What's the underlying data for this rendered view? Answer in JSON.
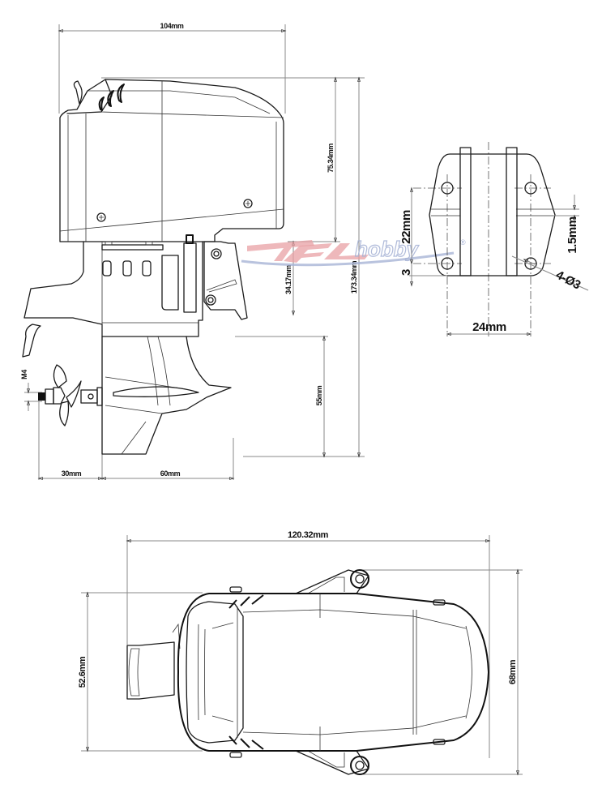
{
  "watermark": {
    "brand_main": "TFL",
    "brand_sub": "hobby",
    "registered_mark": "®",
    "brand_color": "#e8a0a4",
    "accent_color": "#a8b4d6"
  },
  "side_view": {
    "dimensions": {
      "overall_width": "104mm",
      "cowl_height": "75.34mm",
      "overall_height": "173.34mm",
      "mount_height": "34.17mm",
      "lower_unit_height": "55mm",
      "shaft_thread": "M4",
      "prop_offset": "30mm",
      "lower_unit_length": "60mm"
    }
  },
  "bracket_view": {
    "dimensions": {
      "hole_spacing_vertical": "22mm",
      "hole_edge_offset": "3",
      "slot_width": "1.5mm",
      "hole_spec": "4-Ø3",
      "hole_spacing_horizontal": "24mm"
    }
  },
  "top_view": {
    "dimensions": {
      "overall_length": "120.32mm",
      "body_width": "52.6mm",
      "overall_width": "68mm"
    }
  }
}
